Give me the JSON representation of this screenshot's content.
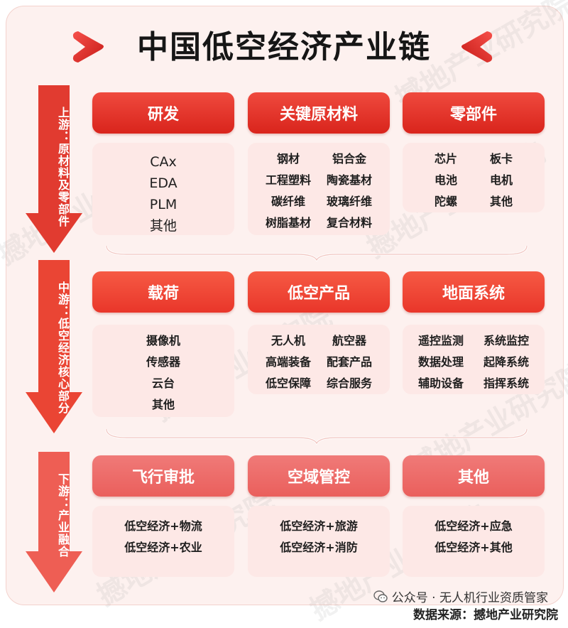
{
  "title": "中国低空经济产业链",
  "watermark": "撼地产业研究院",
  "stages": [
    {
      "label": "上游：原材料及零部件"
    },
    {
      "label": "中游：低空经济核心部分"
    },
    {
      "label": "下游：产业融合"
    }
  ],
  "upstream": {
    "rd": {
      "header": "研发",
      "items": [
        "CAx",
        "EDA",
        "PLM",
        "其他"
      ]
    },
    "materials": {
      "header": "关键原材料",
      "items": [
        "钢材",
        "铝合金",
        "工程塑料",
        "陶瓷基材",
        "碳纤维",
        "玻璃纤维",
        "树脂基材",
        "复合材料"
      ]
    },
    "parts": {
      "header": "零部件",
      "items": [
        "芯片",
        "板卡",
        "电池",
        "电机",
        "陀螺",
        "其他"
      ]
    }
  },
  "midstream": {
    "payload": {
      "header": "载荷",
      "items": [
        "摄像机",
        "传感器",
        "云台",
        "其他"
      ]
    },
    "products": {
      "header": "低空产品",
      "items": [
        "无人机",
        "航空器",
        "高端装备",
        "配套产品",
        "低空保障",
        "综合服务"
      ]
    },
    "ground": {
      "header": "地面系统",
      "items": [
        "遥控监测",
        "系统监控",
        "数据处理",
        "起降系统",
        "辅助设备",
        "指挥系统"
      ]
    }
  },
  "downstream": {
    "approval": {
      "header": "飞行审批",
      "items": [
        "低空经济+物流",
        "低空经济+农业"
      ]
    },
    "airspace": {
      "header": "空域管控",
      "items": [
        "低空经济+旅游",
        "低空经济+消防"
      ]
    },
    "other": {
      "header": "其他",
      "items": [
        "低空经济+应急",
        "低空经济+其他"
      ]
    }
  },
  "footer": {
    "wechat": "公众号 · 无人机行业资质管家",
    "source": "数据来源：撼地产业研究院"
  },
  "colors": {
    "upstream": "#d9241c",
    "midstream": "#e9362a",
    "downstream": "#ea5f5c",
    "arrow": "#ea4136"
  }
}
